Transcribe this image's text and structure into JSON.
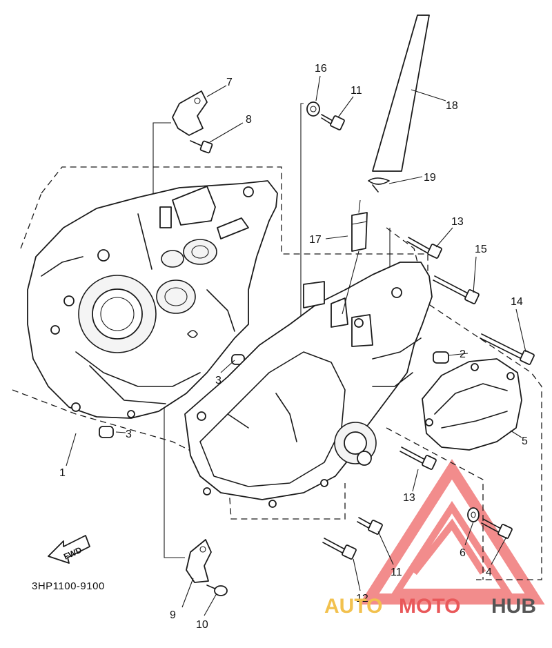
{
  "diagram": {
    "part_code": "3HP1100-9100",
    "direction_label": "FWD",
    "callouts": [
      "1",
      "2",
      "3",
      "3",
      "3",
      "4",
      "5",
      "6",
      "7",
      "8",
      "9",
      "10",
      "11",
      "11",
      "12",
      "13",
      "13",
      "14",
      "15",
      "16",
      "17",
      "18",
      "19"
    ]
  },
  "watermark": {
    "part_auto": "AUTO",
    "part_moto": "MOTO",
    "part_hub": "HUB",
    "colors": {
      "auto": "#f2c14e",
      "moto": "#e9585a",
      "hub": "#555555",
      "logo": "#f07878"
    }
  }
}
